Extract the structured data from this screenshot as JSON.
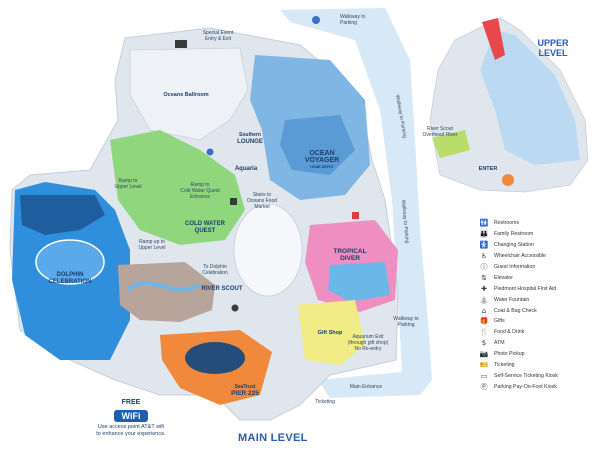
{
  "levels": {
    "main": "MAIN LEVEL",
    "upper": "UPPER\nLEVEL",
    "upper_line1": "UPPER",
    "upper_line2": "LEVEL"
  },
  "areas": {
    "oceans_ballroom": "Oceans Ballroom",
    "southern_lounge_1": "Southern",
    "southern_lounge_2": "LOUNGE",
    "ocean_voyager_1": "OCEAN",
    "ocean_voyager_2": "VOYAGER",
    "ocean_voyager_sponsor": "HOME DEPOT",
    "cold_water_1": "COLD WATER",
    "cold_water_2": "QUEST",
    "dolphin_1": "DOLPHIN",
    "dolphin_2": "CELEBRATION",
    "river_scout": "RIVER SCOUT",
    "tropical_1": "TROPICAL",
    "tropical_2": "DIVER",
    "pier_1": "SeaTrust",
    "pier_2": "PIER 225",
    "gift_shop": "Gift Shop",
    "aquaria": "Aquaria",
    "special_event": "Special Event",
    "special_event_2": "Entry & Exit"
  },
  "annotations": {
    "ramp_upper_1": "Ramp to",
    "ramp_upper_2": "Upper Level",
    "ramp_cold_1": "Ramp to",
    "ramp_cold_2": "Cold Water Quest",
    "ramp_cold_3": "Entrance",
    "stairs_1": "Stairs to",
    "stairs_2": "Oceans Food",
    "stairs_3": "Market",
    "ramp_upper2_1": "Ramp up to",
    "ramp_upper2_2": "Upper Level",
    "to_dolphin_1": "To Dolphin",
    "to_dolphin_2": "Celebration",
    "walkway_top_1": "Walkway to",
    "walkway_top_2": "Parking",
    "walkway_right_1": "Walkway to Parking",
    "walkway_right_2": "Walkway to Parking",
    "walkway_bottom_1": "Walkway to",
    "walkway_bottom_2": "Parking",
    "aquarium_exit_1": "Aquarium Exit",
    "aquarium_exit_2": "(through gift shop)",
    "aquarium_exit_3": "No Re-entry",
    "main_entrance": "Main Entrance",
    "ticketing": "Ticketing",
    "river_scout_overhead_1": "River Scout",
    "river_scout_overhead_2": "Overhead River",
    "enter": "ENTER"
  },
  "legend": [
    {
      "icon": "restrooms-icon",
      "glyph": "🚻",
      "label": "Restrooms"
    },
    {
      "icon": "family-restroom-icon",
      "glyph": "👪",
      "label": "Family Restroom"
    },
    {
      "icon": "changing-station-icon",
      "glyph": "🚼",
      "label": "Changing Station"
    },
    {
      "icon": "wheelchair-icon",
      "glyph": "♿",
      "label": "Wheelchair Accessible"
    },
    {
      "icon": "guest-info-icon",
      "glyph": "ⓘ",
      "label": "Guest Information"
    },
    {
      "icon": "elevator-icon",
      "glyph": "⇅",
      "label": "Elevator"
    },
    {
      "icon": "first-aid-icon",
      "glyph": "✚",
      "label": "Piedmont Hospital First Aid"
    },
    {
      "icon": "water-fountain-icon",
      "glyph": "⛲",
      "label": "Water Fountain"
    },
    {
      "icon": "coat-check-icon",
      "glyph": "⌂",
      "label": "Coat & Bag Check"
    },
    {
      "icon": "gifts-icon",
      "glyph": "🎁",
      "label": "Gifts"
    },
    {
      "icon": "food-drink-icon",
      "glyph": "🍴",
      "label": "Food & Drink"
    },
    {
      "icon": "atm-icon",
      "glyph": "$",
      "label": "ATM"
    },
    {
      "icon": "photo-pickup-icon",
      "glyph": "📷",
      "label": "Photo Pickup"
    },
    {
      "icon": "ticketing-icon",
      "glyph": "🎫",
      "label": "Ticketing"
    },
    {
      "icon": "kiosk-icon",
      "glyph": "▭",
      "label": "Self-Service Ticketing Kiosk"
    },
    {
      "icon": "parking-kiosk-icon",
      "glyph": "Ⓟ",
      "label": "Parking Pay-On-Foot Kiosk"
    }
  ],
  "wifi": {
    "free": "FREE",
    "badge": "WiFi",
    "note_1": "Use access point AT&T wifi",
    "note_2": "to enhance your experience."
  },
  "colors": {
    "background": "#ffffff",
    "building": "#dfe6ee",
    "walkway": "#d7e9f6",
    "ocean_voyager": "#7fb6e3",
    "cold_water": "#8fd67c",
    "dolphin": "#2f8fdc",
    "river_scout": "#b7a49a",
    "tropical": "#ef8fc1",
    "pier": "#f0893b",
    "gift_shop": "#f1ec86",
    "accent": "#2a5db0",
    "label": "#1d3d6b"
  }
}
